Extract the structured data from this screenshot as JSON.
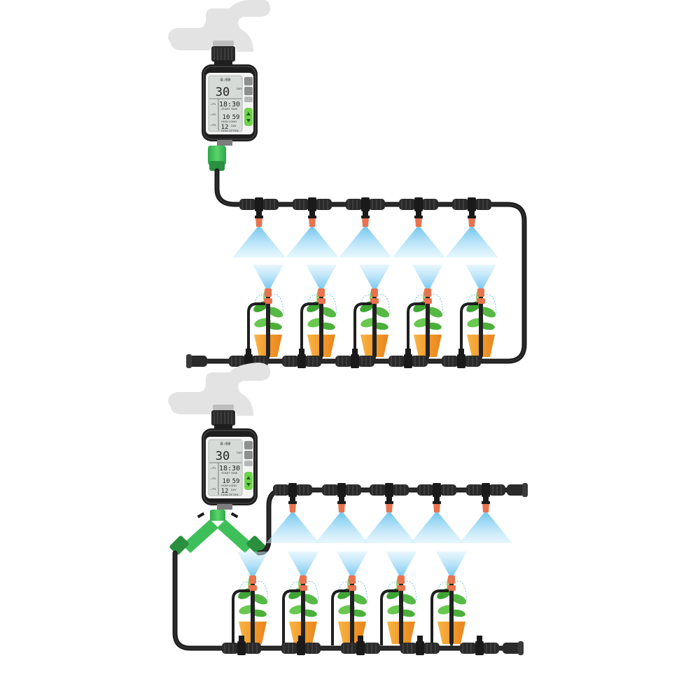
{
  "title": "Drip irrigation system with water timer – two layouts",
  "colors": {
    "hose": "#2b2b2b",
    "faucet": "#e3e3e3",
    "timer_body": "#1e1e1e",
    "lcd": "#d6dbd8",
    "button_green": "#6fd34a",
    "adapter_green": "#3fbf5a",
    "nozzle_orange": "#e8734f",
    "spray_blue": "#8fd0f2",
    "pot_orange": "#f2a23a",
    "leaf_green": "#4caf3a"
  },
  "timer": {
    "clock": "8:00",
    "big_number": "30",
    "big_unit": "DAY",
    "start_label": "START TIME",
    "start_time": "18:30",
    "duration_min": "10",
    "duration_sec": "59",
    "duration_label": "HOW LONG",
    "frequency": "12",
    "frequency_unit": "DAY",
    "frequency_label": "HOW OFTEN",
    "programs": [
      "P1",
      "P2",
      "P3"
    ]
  },
  "diagrams": [
    {
      "name": "single-outlet-layout",
      "sprayers": 5,
      "plants": 5
    },
    {
      "name": "dual-outlet-layout",
      "sprayers": 5,
      "plants": 5
    }
  ]
}
